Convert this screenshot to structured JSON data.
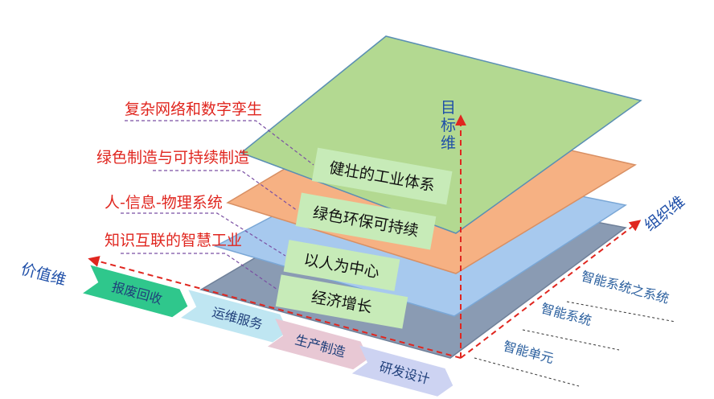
{
  "axes": {
    "goal": "目标维",
    "organization": "组织维",
    "value": "价值维"
  },
  "layers": [
    {
      "label": "健壮的工业体系",
      "fill": "#b3d991",
      "callout": "复杂网络和数字孪生"
    },
    {
      "label": "绿色环保可持续",
      "fill": "#f6b183",
      "callout": "绿色制造与可持续制造"
    },
    {
      "label": "以人为中心",
      "fill": "#a7c9ee",
      "callout": "人-信息-物理系统"
    },
    {
      "label": "经济增长",
      "fill": "#8a9bb3",
      "callout": "知识互联的智慧工业"
    }
  ],
  "org_levels": [
    "智能系统之系统",
    "智能系统",
    "智能单元"
  ],
  "value_stages": [
    {
      "label": "报废回收",
      "color": "#2fc78c"
    },
    {
      "label": "运维服务",
      "color": "#bfe6f2"
    },
    {
      "label": "生产制造",
      "color": "#e8c8d4"
    },
    {
      "label": "研发设计",
      "color": "#cdd3f2"
    }
  ],
  "colors": {
    "callout_text": "#e0261f",
    "axis_arrow": "#e0261f",
    "axis_text": "#1f4fa8",
    "label_box": "#c7ebb8"
  }
}
